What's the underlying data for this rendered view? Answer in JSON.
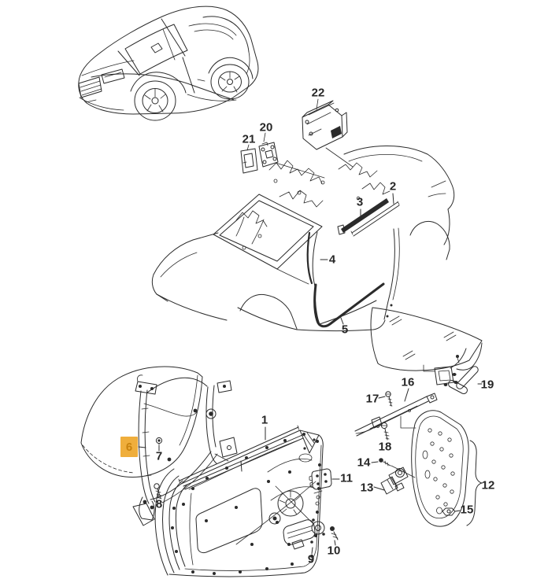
{
  "figure": {
    "type": "exploded-parts-diagram",
    "background": "#ffffff",
    "ink": "#2b2b2b"
  },
  "highlight": {
    "background": "#efae3c",
    "text": "#c8820e",
    "number": "6"
  },
  "callouts": [
    {
      "number": "1"
    },
    {
      "number": "2"
    },
    {
      "number": "3"
    },
    {
      "number": "4"
    },
    {
      "number": "5"
    },
    {
      "number": "6"
    },
    {
      "number": "7"
    },
    {
      "number": "8"
    },
    {
      "number": "9"
    },
    {
      "number": "10"
    },
    {
      "number": "11"
    },
    {
      "number": "12"
    },
    {
      "number": "13"
    },
    {
      "number": "14"
    },
    {
      "number": "15"
    },
    {
      "number": "16"
    },
    {
      "number": "17"
    },
    {
      "number": "18"
    },
    {
      "number": "19"
    },
    {
      "number": "20"
    },
    {
      "number": "21"
    },
    {
      "number": "22"
    }
  ]
}
